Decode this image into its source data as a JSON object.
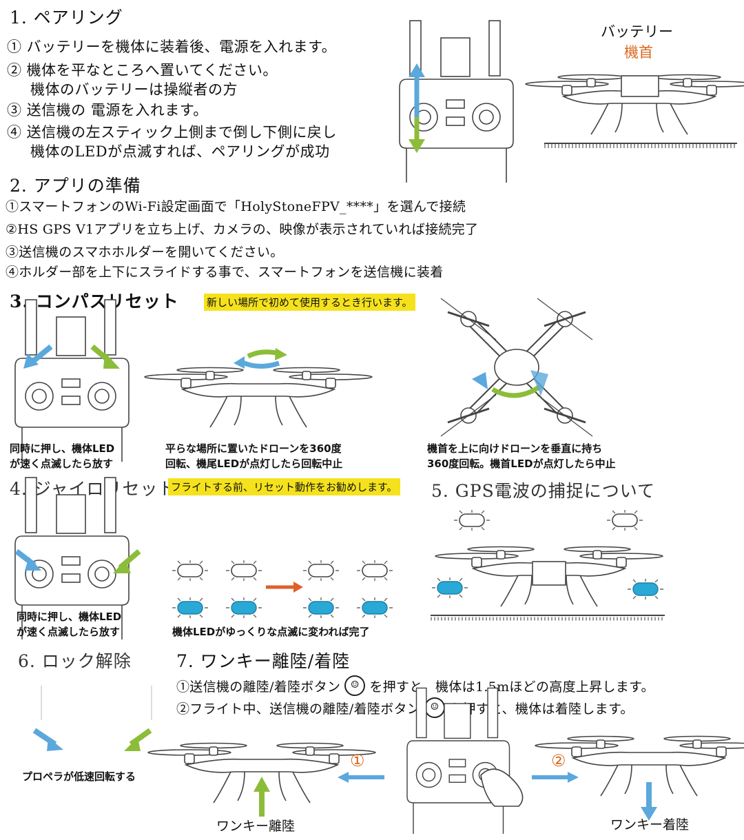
{
  "section1": {
    "title": "1. ペアリング",
    "steps": [
      "① バッテリーを機体に装着後、電源を入れます。",
      "② 機体を平なところへ置いてください。",
      "機体のバッテリーは操縦者の方",
      "③ 送信機の 電源を入れます。",
      "④ 送信機の左スティック上側まで倒し下側に戻し",
      "機体のLEDが点滅すれば、ペアリングが成功"
    ],
    "battery_label": "バッテリー",
    "nose_label": "機首"
  },
  "section2": {
    "title": "2. アプリの準備",
    "steps": [
      "①スマートフォンのWi-Fi設定画面で「HolyStoneFPV_****」を選んで接続",
      "②HS GPS V1アプリを立ち上げ、カメラの、映像が表示されていれば接続完了",
      "③送信機のスマホホルダーを開いてください。",
      "④ホルダー部を上下にスライドする事で、スマートフォンを送信機に装着"
    ]
  },
  "section3": {
    "title": "3. コンパスリセット",
    "note": "新しい場所で初めて使用するとき行います。",
    "captions": [
      [
        "同時に押し、機体LED",
        "が速く点滅したら放す"
      ],
      [
        "平らな場所に置いたドローンを360度",
        "回転、機尾LEDが点灯したら回転中止"
      ],
      [
        "機首を上に向けドローンを垂直に持ち",
        "360度回転。機首LEDが点灯したら中止"
      ]
    ]
  },
  "section4": {
    "title": "4. ジャイロリセット",
    "note": "フライトする前、リセット動作をお勧めします。",
    "captions": [
      [
        "同時に押し、機体LED",
        "が速く点滅したら放す"
      ],
      [
        "機体LEDがゆっくりな点滅に変われば完了"
      ]
    ]
  },
  "section5": {
    "title": "5. GPS電波の捕捉について"
  },
  "section6": {
    "title": "6. ロック解除",
    "caption": "プロペラが低速回転する"
  },
  "section7": {
    "title": "7. ワンキー離陸/着陸",
    "steps": [
      "①送信機の離陸/着陸ボタン",
      "を押すと、機体は1.5mほどの高度上昇します。",
      "②フライト中、送信機の離陸/着陸ボタン",
      "を押すと、機体は着陸します。"
    ],
    "marker1": "①",
    "marker2": "②",
    "takeoff_label": "ワンキー離陸",
    "landing_label": "ワンキー着陸"
  },
  "colors": {
    "highlight": "#f5e21c",
    "blue_led": "#2aa9d6",
    "arrow_blue": "#5ba8dc",
    "arrow_green": "#8cbd3a",
    "arrow_orange": "#e0602a"
  }
}
